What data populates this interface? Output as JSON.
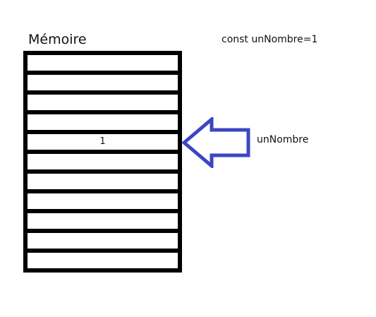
{
  "diagram": {
    "title": "Mémoire",
    "code_line": "const unNombre=1",
    "variable_label": "unNombre",
    "arrow_color": "#3b46c4",
    "arrow_icon": "left-arrow-outline-icon",
    "memory_cells": [
      "",
      "",
      "",
      "",
      "1",
      "",
      "",
      "",
      "",
      "",
      ""
    ]
  }
}
